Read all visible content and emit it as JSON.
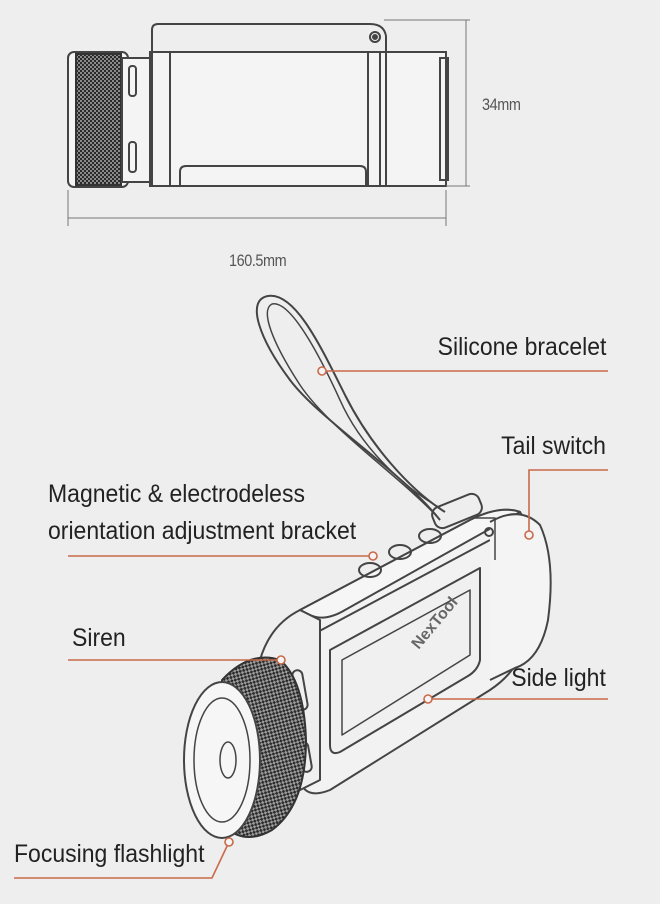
{
  "dimensions": {
    "height": "34mm",
    "length": "160.5mm"
  },
  "callouts": {
    "silicone_bracelet": "Silicone bracelet",
    "tail_switch": "Tail switch",
    "bracket_line1": "Magnetic & electrodeless",
    "bracket_line2": "orientation adjustment bracket",
    "siren": "Siren",
    "side_light": "Side light",
    "focusing_flashlight": "Focusing flashlight"
  },
  "brand_text": "NexTool",
  "colors": {
    "background": "#eeeeee",
    "outline": "#444444",
    "leader_line": "#c9694a",
    "knurl": "#2a2a2a"
  }
}
